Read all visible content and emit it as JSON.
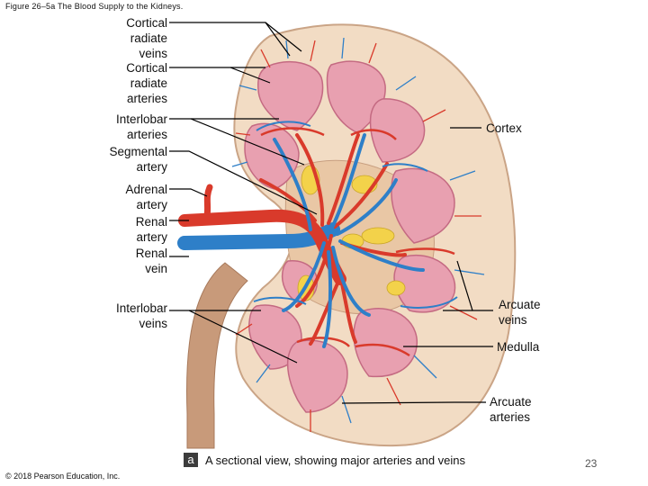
{
  "figure_title": "Figure 26–5a The Blood Supply to the Kidneys.",
  "labels": {
    "cortical_radiate_veins": "Cortical\nradiate\nveins",
    "cortical_radiate_arteries": "Cortical\nradiate\narteries",
    "interlobar_arteries": "Interlobar\narteries",
    "segmental_artery": "Segmental\nartery",
    "adrenal_artery": "Adrenal\nartery",
    "renal_artery": "Renal\nartery",
    "renal_vein": "Renal\nvein",
    "interlobar_veins": "Interlobar\nveins",
    "cortex": "Cortex",
    "arcuate_veins": "Arcuate\nveins",
    "medulla": "Medulla",
    "arcuate_arteries": "Arcuate\narteries"
  },
  "caption": {
    "letter": "a",
    "text": "A sectional view, showing major arteries and veins"
  },
  "copyright": "© 2018 Pearson Education, Inc.",
  "page_number": "23",
  "colors": {
    "cortex": "#f2dcc4",
    "medulla": "#e8a0b0",
    "artery": "#d93a2b",
    "vein": "#2e7fc8",
    "fat": "#f3d24a"
  }
}
